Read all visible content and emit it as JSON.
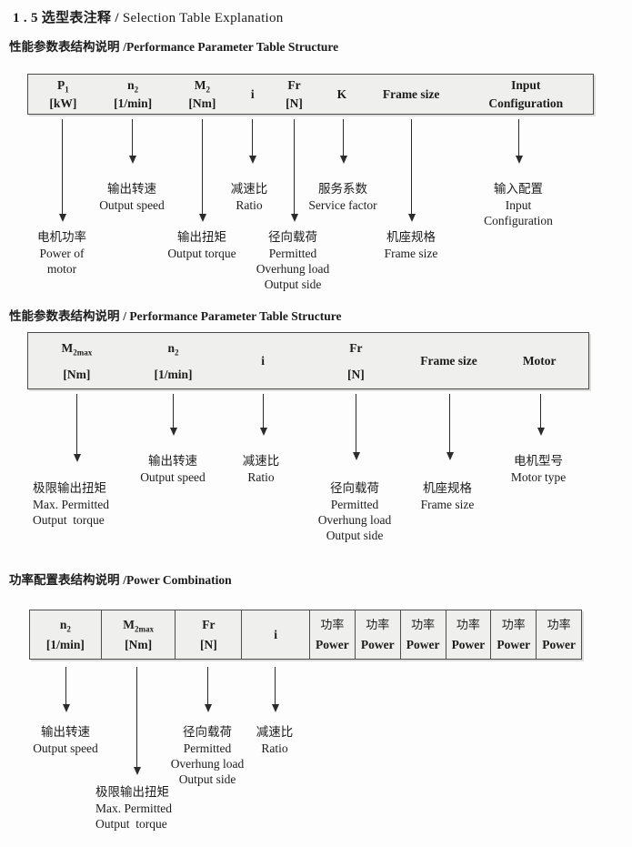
{
  "page": {
    "title": {
      "zh": "1 . 5 选型表注释 / ",
      "en": "Selection Table Explanation"
    }
  },
  "sections": [
    {
      "heading": {
        "zh": "性能参数表结构说明 ",
        "en": "/Performance Parameter Table Structure"
      },
      "columns": [
        {
          "sym": "P",
          "sub": "1",
          "unit": "[kW]"
        },
        {
          "sym": "n",
          "sub": "2",
          "unit": "[1/min]"
        },
        {
          "sym": "M",
          "sub": "2",
          "unit": "[Nm]"
        },
        {
          "sym": "i"
        },
        {
          "sym": "Fr",
          "unit": "[N]"
        },
        {
          "sym": "K"
        },
        {
          "sym": "Frame size"
        },
        {
          "sym": "Input",
          "unit": "Configuration"
        }
      ],
      "labels": {
        "p1": [
          "电机功率",
          "Power of",
          "motor"
        ],
        "n2": [
          "输出转速",
          "Output speed"
        ],
        "m2": [
          "输出扭矩",
          "Output torque"
        ],
        "i": [
          "减速比",
          "Ratio"
        ],
        "fr": [
          "径向载荷",
          "Permitted",
          "Overhung load",
          "Output side"
        ],
        "k": [
          "服务系数",
          "Service factor"
        ],
        "frame": [
          "机座规格",
          "Frame size"
        ],
        "input": [
          "输入配置",
          "Input",
          "Configuration"
        ]
      }
    },
    {
      "heading": {
        "zh": "性能参数表结构说明 ",
        "en": "/ Performance Parameter Table Structure"
      },
      "columns": [
        {
          "sym": "M",
          "sub": "2max",
          "unit": "[Nm]"
        },
        {
          "sym": "n",
          "sub": "2",
          "unit": "[1/min]"
        },
        {
          "sym": "i"
        },
        {
          "sym": "Fr",
          "unit": "[N]"
        },
        {
          "sym": "Frame size"
        },
        {
          "sym": "Motor"
        }
      ],
      "labels": {
        "m2max": [
          "极限输出扭矩",
          "Max. Permitted",
          "Output  torque"
        ],
        "n2": [
          "输出转速",
          "Output speed"
        ],
        "i": [
          "减速比",
          "Ratio"
        ],
        "fr": [
          "径向载荷",
          "Permitted",
          "Overhung load",
          "Output side"
        ],
        "frame": [
          "机座规格",
          "Frame size"
        ],
        "motor": [
          "电机型号",
          "Motor type"
        ]
      }
    },
    {
      "heading": {
        "zh": "功率配置表结构说明 ",
        "en": "/Power Combination"
      },
      "columns": [
        {
          "sym": "n",
          "sub": "2",
          "unit": "[1/min]"
        },
        {
          "sym": "M",
          "sub": "2max",
          "unit": "[Nm]"
        },
        {
          "sym": "Fr",
          "unit": "[N]"
        },
        {
          "sym": "i"
        },
        {
          "sym": "功率",
          "unit": "Power"
        },
        {
          "sym": "功率",
          "unit": "Power"
        },
        {
          "sym": "功率",
          "unit": "Power"
        },
        {
          "sym": "功率",
          "unit": "Power"
        },
        {
          "sym": "功率",
          "unit": "Power"
        },
        {
          "sym": "功率",
          "unit": "Power"
        }
      ],
      "labels": {
        "n2": [
          "输出转速",
          "Output speed"
        ],
        "m2max": [
          "极限输出扭矩",
          "Max. Permitted",
          "Output  torque"
        ],
        "fr": [
          "径向载荷",
          "Permitted",
          "Overhung load",
          "Output side"
        ],
        "i": [
          "减速比",
          "Ratio"
        ]
      }
    }
  ]
}
